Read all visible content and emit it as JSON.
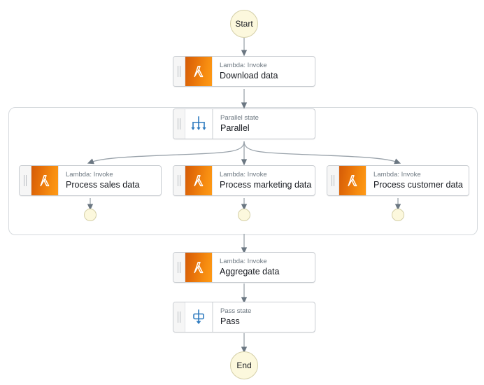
{
  "diagram": {
    "type": "aws-step-functions-workflow",
    "start": {
      "label": "Start"
    },
    "end": {
      "label": "End"
    },
    "states": [
      {
        "id": "download-data",
        "subtitle": "Lambda: Invoke",
        "title": "Download data",
        "icon": "lambda-icon",
        "kind": "lambda"
      },
      {
        "id": "parallel",
        "subtitle": "Parallel state",
        "title": "Parallel",
        "icon": "parallel-icon",
        "kind": "parallel"
      },
      {
        "id": "process-sales",
        "subtitle": "Lambda: Invoke",
        "title": "Process sales data",
        "icon": "lambda-icon",
        "kind": "lambda"
      },
      {
        "id": "process-marketing",
        "subtitle": "Lambda: Invoke",
        "title": "Process marketing data",
        "icon": "lambda-icon",
        "kind": "lambda"
      },
      {
        "id": "process-customer",
        "subtitle": "Lambda: Invoke",
        "title": "Process customer data",
        "icon": "lambda-icon",
        "kind": "lambda"
      },
      {
        "id": "aggregate-data",
        "subtitle": "Lambda: Invoke",
        "title": "Aggregate data",
        "icon": "lambda-icon",
        "kind": "lambda"
      },
      {
        "id": "pass",
        "subtitle": "Pass state",
        "title": "Pass",
        "icon": "pass-icon",
        "kind": "pass"
      }
    ],
    "branch_terminals": 3,
    "colors": {
      "lambda_orange": "#f68c10",
      "state_blue": "#2f7bbf",
      "terminal_fill": "#fcf8dd",
      "terminal_stroke": "#d4cfa8",
      "edge": "#808b94",
      "card_border": "#c9cdd2",
      "subtitle_text": "#6c7780",
      "title_text": "#16191f"
    }
  }
}
